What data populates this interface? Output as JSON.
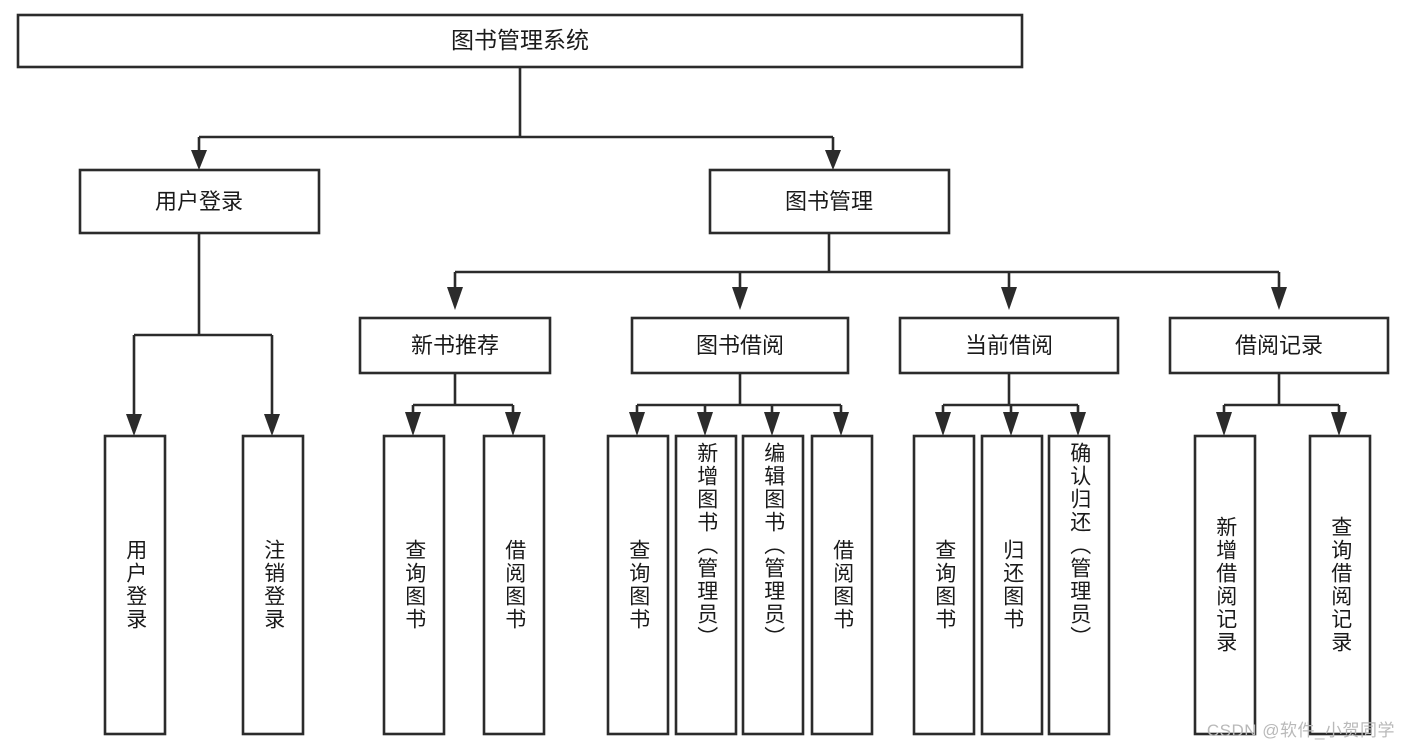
{
  "diagram": {
    "type": "tree",
    "title": "图书管理系统",
    "watermark": "CSDN @软件_小贺同学",
    "colors": {
      "stroke": "#2b2b2b",
      "fill": "#ffffff",
      "text": "#1a1a1a",
      "watermark": "#b9b9b9",
      "background": "#ffffff"
    },
    "levels": {
      "root": {
        "label": "图书管理系统"
      },
      "level2": [
        {
          "label": "用户登录"
        },
        {
          "label": "图书管理"
        }
      ],
      "level3": [
        {
          "label": "新书推荐"
        },
        {
          "label": "图书借阅"
        },
        {
          "label": "当前借阅"
        },
        {
          "label": "借阅记录"
        }
      ],
      "level4": [
        {
          "label": "用户登录",
          "parent": "用户登录"
        },
        {
          "label": "注销登录",
          "parent": "用户登录"
        },
        {
          "label": "查询图书",
          "parent": "新书推荐"
        },
        {
          "label": "借阅图书",
          "parent": "新书推荐"
        },
        {
          "label": "查询图书",
          "parent": "图书借阅"
        },
        {
          "label": "新增图书（管理员）",
          "parent": "图书借阅"
        },
        {
          "label": "编辑图书（管理员）",
          "parent": "图书借阅"
        },
        {
          "label": "借阅图书",
          "parent": "图书借阅"
        },
        {
          "label": "查询图书",
          "parent": "当前借阅"
        },
        {
          "label": "归还图书",
          "parent": "当前借阅"
        },
        {
          "label": "确认归还（管理员）",
          "parent": "当前借阅"
        },
        {
          "label": "新增借阅记录",
          "parent": "借阅记录"
        },
        {
          "label": "查询借阅记录",
          "parent": "借阅记录"
        }
      ]
    }
  }
}
